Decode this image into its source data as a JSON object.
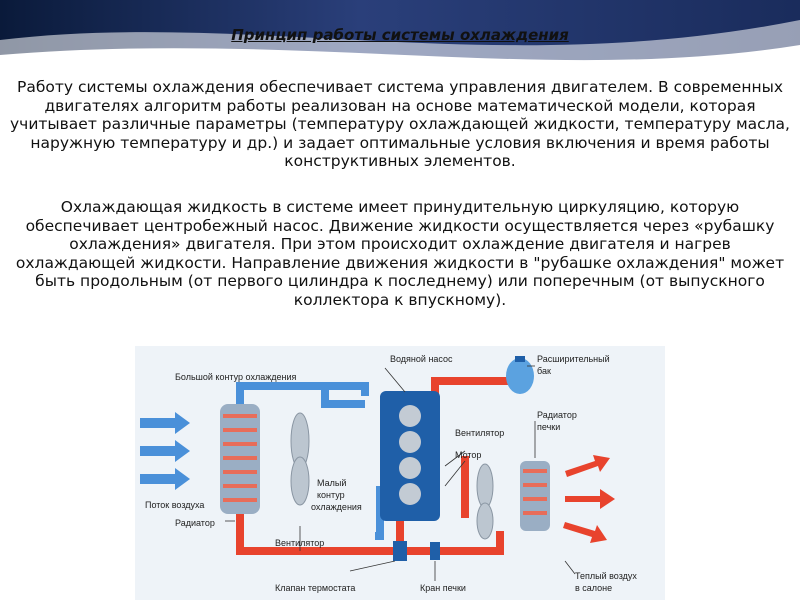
{
  "slide": {
    "title": "Принцип работы системы охлаждения",
    "paragraph1": "Работу системы охлаждения обеспечивает система управления двигателем. В современных двигателях алгоритм работы реализован на основе математической модели, которая учитывает различные параметры (температуру охлаждающей жидкости, температуру масла, наружную температуру и др.) и задает оптимальные условия включения и время работы конструктивных элементов.",
    "paragraph2": "Охлаждающая жидкость в системе имеет принудительную циркуляцию, которую обеспечивает центробежный насос. Движение жидкости осуществляется через «рубашку охлаждения» двигателя. При этом происходит охлаждение двигателя и нагрев охлаждающей жидкости. Направление движения жидкости в \"рубашке охлаждения\" может быть продольным (от первого цилиндра к последнему) или поперечным (от выпускного коллектора к впускному)."
  },
  "diagram": {
    "labels": {
      "big_loop": "Большой контур охлаждения",
      "water_pump": "Водяной насос",
      "expansion_tank_1": "Расширительный",
      "expansion_tank_2": "бак",
      "heater_radiator_1": "Радиатор",
      "heater_radiator_2": "печки",
      "fan_right": "Вентилятор",
      "motor": "Мотор",
      "air_flow": "Поток воздуха",
      "radiator": "Радиатор",
      "small_loop_1": "Малый",
      "small_loop_2": "контур",
      "small_loop_3": "охлаждения",
      "fan_left": "Вентилятор",
      "thermostat_valve": "Клапан термостата",
      "heater_valve": "Кран печки",
      "warm_air_1": "Теплый воздух",
      "warm_air_2": "в салоне"
    },
    "colors": {
      "cold": "#4a90d9",
      "hot": "#e8432d",
      "dark_blue": "#1f5fa8"
    }
  }
}
